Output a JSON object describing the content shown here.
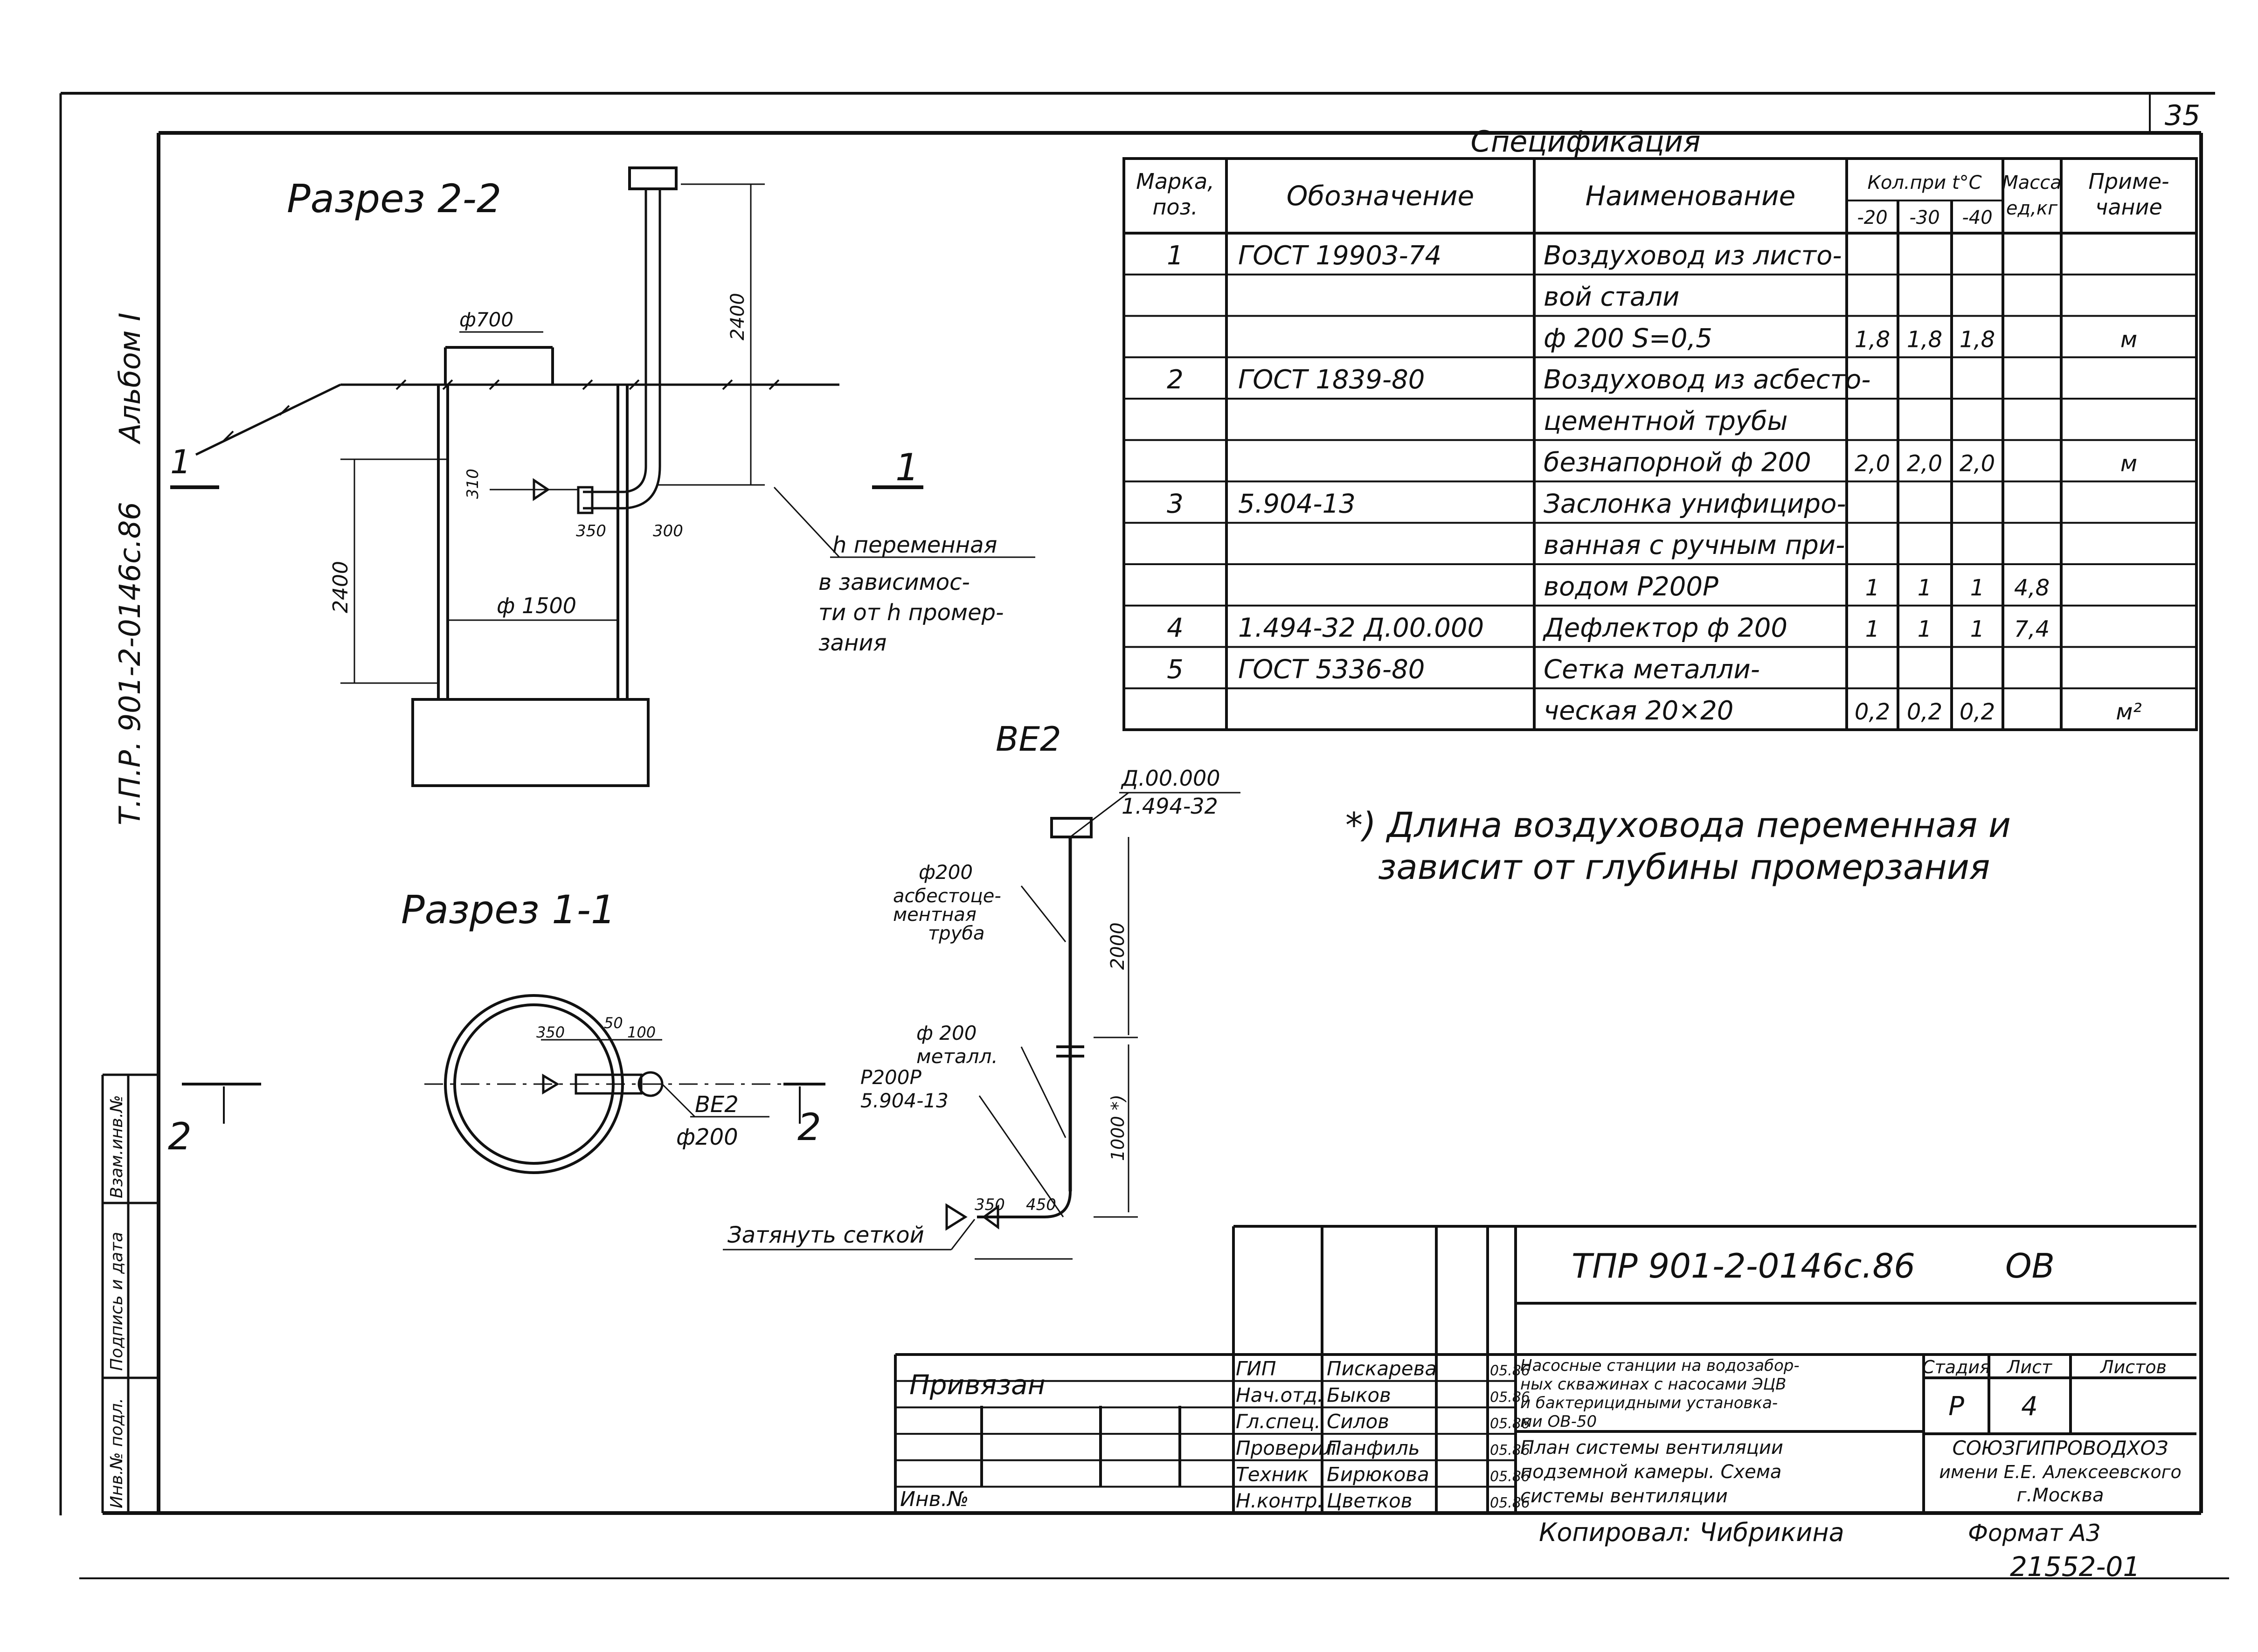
{
  "sheet_number": "35",
  "side_code": "Т.П.Р. 901-2-0146с.86",
  "side_album": "Альбом I",
  "section_22": {
    "title": "Разрез 2-2",
    "dia_top": "ф700",
    "dia_shaft": "ф 1500",
    "dim_height": "2400",
    "dim_riser": "2400",
    "dim_310": "310",
    "dim_350": "350",
    "dim_300": "300",
    "mark_left": "1",
    "mark_right": "1",
    "note_h": "h переменная",
    "note_lines": [
      "в зависимос-",
      "ти от h промер-",
      "зания"
    ]
  },
  "section_11": {
    "title": "Разрез 1-1",
    "dim_350": "350",
    "dim_50": "50",
    "dim_100": "100",
    "label_be": "ВЕ2",
    "label_dia": "ф200",
    "mark_left": "2",
    "mark_right": "2"
  },
  "be2": {
    "title": "ВЕ2",
    "deflector_code": "Д.00.000",
    "deflector_code2": "1.494-32",
    "asb_lines": [
      "ф200",
      "асбестоце-",
      "ментная",
      "труба"
    ],
    "met_lines": [
      "ф 200",
      "металл."
    ],
    "valve_lines": [
      "Р200Р",
      "5.904-13"
    ],
    "dim_2000": "2000",
    "dim_1000": "1000 *)",
    "dim_350": "350",
    "dim_450": "450",
    "mesh_label": "Затянуть сеткой"
  },
  "footnote": [
    "*) Длина воздуховода переменная и",
    "зависит от глубины промерзания"
  ],
  "spec": {
    "title": "Спецификация",
    "headers": {
      "mark": [
        "Марка,",
        "поз."
      ],
      "designation": "Обозначение",
      "name": "Наименование",
      "qty": "Кол.при t°C",
      "t1": "-20",
      "t2": "-30",
      "t3": "-40",
      "mass": [
        "Масса",
        "ед,кг"
      ],
      "note": [
        "Приме-",
        "чание"
      ]
    },
    "rows": [
      [
        "1",
        "ГОСТ 19903-74",
        "Воздуховод из листо-",
        "",
        "",
        "",
        "",
        ""
      ],
      [
        "",
        "",
        "вой стали",
        "",
        "",
        "",
        "",
        ""
      ],
      [
        "",
        "",
        "ф 200      S=0,5",
        "1,8",
        "1,8",
        "1,8",
        "",
        "м"
      ],
      [
        "2",
        "ГОСТ 1839-80",
        "Воздуховод из асбесто-",
        "",
        "",
        "",
        "",
        ""
      ],
      [
        "",
        "",
        "цементной трубы",
        "",
        "",
        "",
        "",
        ""
      ],
      [
        "",
        "",
        "безнапорной ф 200",
        "2,0",
        "2,0",
        "2,0",
        "",
        "м"
      ],
      [
        "3",
        "5.904-13",
        "Заслонка унифициро-",
        "",
        "",
        "",
        "",
        ""
      ],
      [
        "",
        "",
        "ванная с ручным при-",
        "",
        "",
        "",
        "",
        ""
      ],
      [
        "",
        "",
        "водом    Р200Р",
        "1",
        "1",
        "1",
        "4,8",
        ""
      ],
      [
        "4",
        "1.494-32 Д.00.000",
        "Дефлектор ф 200",
        "1",
        "1",
        "1",
        "7,4",
        ""
      ],
      [
        "5",
        "ГОСТ 5336-80",
        "Сетка металли-",
        "",
        "",
        "",
        "",
        ""
      ],
      [
        "",
        "",
        "ческая 20×20",
        "0,2",
        "0,2",
        "0,2",
        "",
        "м²"
      ]
    ]
  },
  "side_stamp": [
    "Инв.№ подл.",
    "Подпись и дата",
    "Взам.инв.№"
  ],
  "title_block": {
    "doc_code": "ТПР 901-2-0146с.86",
    "doc_mark": "ОВ",
    "privyazan": "Привязан",
    "inv_no": "Инв.№",
    "roles": [
      [
        "ГИП",
        "Пискарева",
        "05.86"
      ],
      [
        "Нач.отд.",
        "Быков",
        "05.86"
      ],
      [
        "Гл.спец.",
        "Силов",
        "05.86"
      ],
      [
        "Проверил",
        "Панфиль",
        "05.86"
      ],
      [
        "Техник",
        "Бирюкова",
        "05.86"
      ],
      [
        "Н.контр.",
        "Цветков",
        "05.86"
      ]
    ],
    "project_title": [
      "Насосные станции на водозабор-",
      "ных скважинах с насосами ЭЦВ",
      "и бактерицидными установка-",
      "ми ОВ-50"
    ],
    "drawing_title": [
      "План системы вентиляции",
      "подземной камеры. Схема",
      "системы вентиляции"
    ],
    "stage_label": "Стадия",
    "sheet_label": "Лист",
    "sheets_label": "Листов",
    "stage": "Р",
    "sheet": "4",
    "org": [
      "СОЮЗГИПРОВОДХОЗ",
      "имени Е.Е. Алексеевского",
      "г.Москва"
    ]
  },
  "copied": "Копировал: Чибрикина",
  "format": "Формат А3",
  "order_no": "21552-01"
}
